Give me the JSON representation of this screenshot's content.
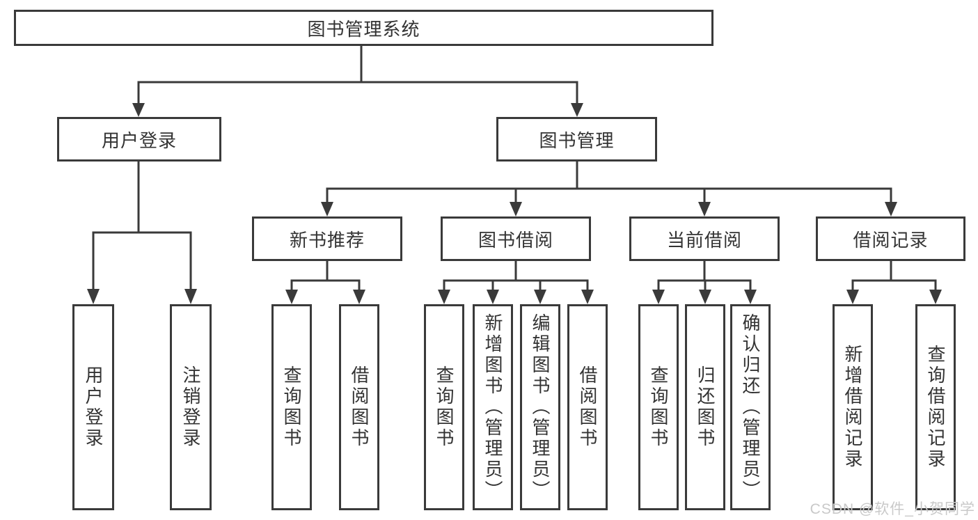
{
  "colors": {
    "line": "#3a3a3a",
    "text": "#333333",
    "box_fill": "#ffffff",
    "background": "#ffffff",
    "watermark": "#c9c9c9"
  },
  "tree": {
    "root": {
      "label": "图书管理系统"
    },
    "level2": [
      {
        "label": "用户登录"
      },
      {
        "label": "图书管理"
      }
    ],
    "level3": [
      {
        "label": "新书推荐"
      },
      {
        "label": "图书借阅"
      },
      {
        "label": "当前借阅"
      },
      {
        "label": "借阅记录"
      }
    ],
    "leaves": {
      "user_login": [
        {
          "label": "用户登录"
        },
        {
          "label": "注销登录"
        }
      ],
      "new_book_recommend": [
        {
          "label": "查询图书"
        },
        {
          "label": "借阅图书"
        }
      ],
      "book_borrow": [
        {
          "label": "查询图书"
        },
        {
          "label": "新增图书（管理员）"
        },
        {
          "label": "编辑图书（管理员）"
        },
        {
          "label": "借阅图书"
        }
      ],
      "current_borrow": [
        {
          "label": "查询图书"
        },
        {
          "label": "归还图书"
        },
        {
          "label": "确认归还（管理员）"
        }
      ],
      "borrow_record": [
        {
          "label": "新增借阅记录"
        },
        {
          "label": "查询借阅记录"
        }
      ]
    }
  },
  "watermark": {
    "text": "CSDN @软件_小贺同学"
  }
}
